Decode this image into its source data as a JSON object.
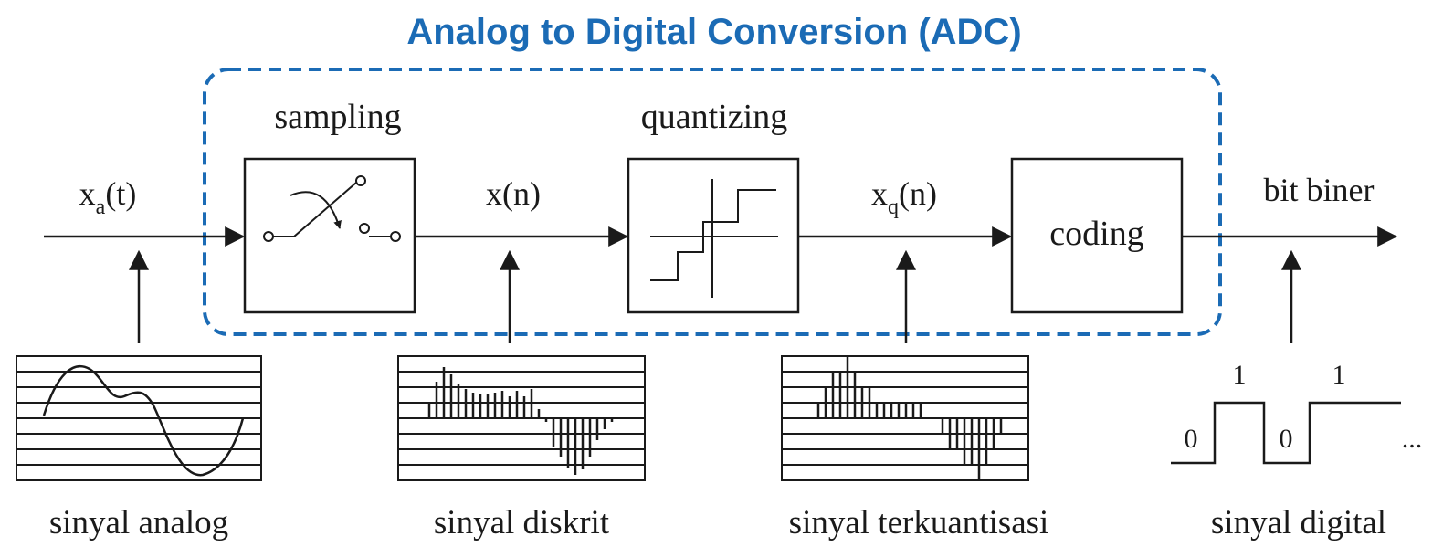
{
  "title": "Analog to Digital Conversion (ADC)",
  "accent_color": "#1b6bb5",
  "blocks": [
    {
      "label": "sampling",
      "icon": "switch-icon"
    },
    {
      "label": "quantizing",
      "icon": "staircase-icon"
    },
    {
      "label": "coding",
      "icon": ""
    }
  ],
  "signals": {
    "input": {
      "main": "x",
      "sub": "a",
      "arg": "(t)"
    },
    "sampled": {
      "main": "x",
      "sub": "",
      "arg": "(n)"
    },
    "quantized": {
      "main": "x",
      "sub": "q",
      "arg": "(n)"
    },
    "output": "bit biner"
  },
  "captions": [
    "sinyal analog",
    "sinyal diskrit",
    "sinyal terkuantisasi",
    "sinyal digital"
  ],
  "digital_bits": [
    "0",
    "1",
    "0",
    "1",
    "..."
  ]
}
